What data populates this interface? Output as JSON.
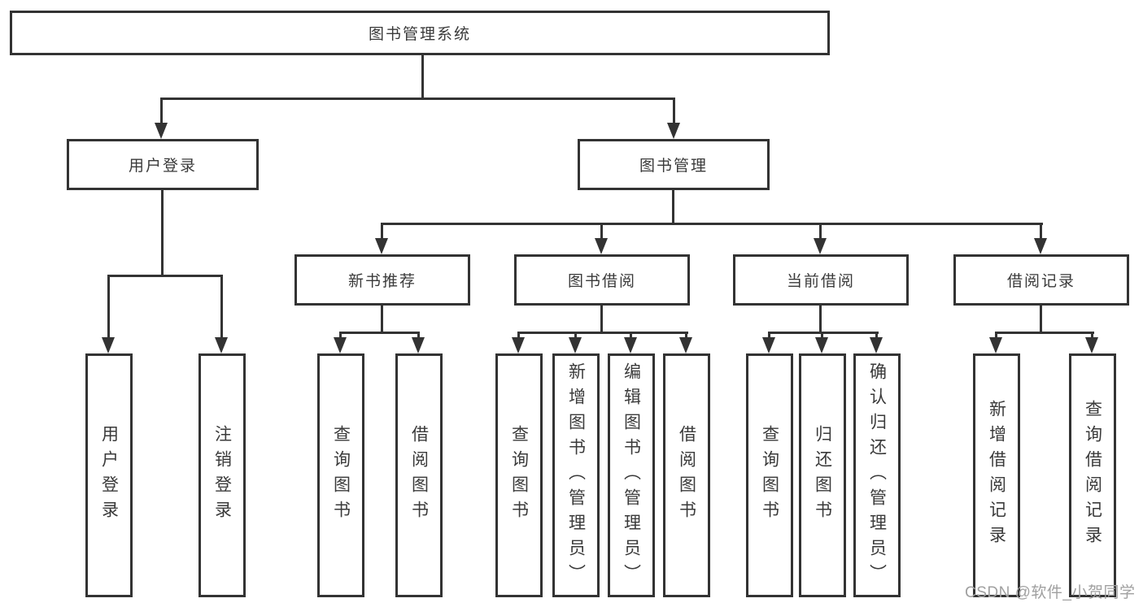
{
  "tree": {
    "label": "图书管理系统",
    "children": [
      {
        "label": "用户登录",
        "children": [
          {
            "label": "用户登录"
          },
          {
            "label": "注销登录"
          }
        ]
      },
      {
        "label": "图书管理",
        "children": [
          {
            "label": "新书推荐",
            "children": [
              {
                "label": "查询图书"
              },
              {
                "label": "借阅图书"
              }
            ]
          },
          {
            "label": "图书借阅",
            "children": [
              {
                "label": "查询图书"
              },
              {
                "label": "新增图书（管理员）"
              },
              {
                "label": "编辑图书（管理员）"
              },
              {
                "label": "借阅图书"
              }
            ]
          },
          {
            "label": "当前借阅",
            "children": [
              {
                "label": "查询图书"
              },
              {
                "label": "归还图书"
              },
              {
                "label": "确认归还（管理员）"
              }
            ]
          },
          {
            "label": "借阅记录",
            "children": [
              {
                "label": "新增借阅记录"
              },
              {
                "label": "查询借阅记录"
              }
            ]
          }
        ]
      }
    ]
  },
  "watermark": "CSDN @软件_小贺同学",
  "colors": {
    "line": "#333333",
    "text": "#3a3a3a",
    "watermark": "#a0a0a0",
    "background": "#ffffff"
  }
}
